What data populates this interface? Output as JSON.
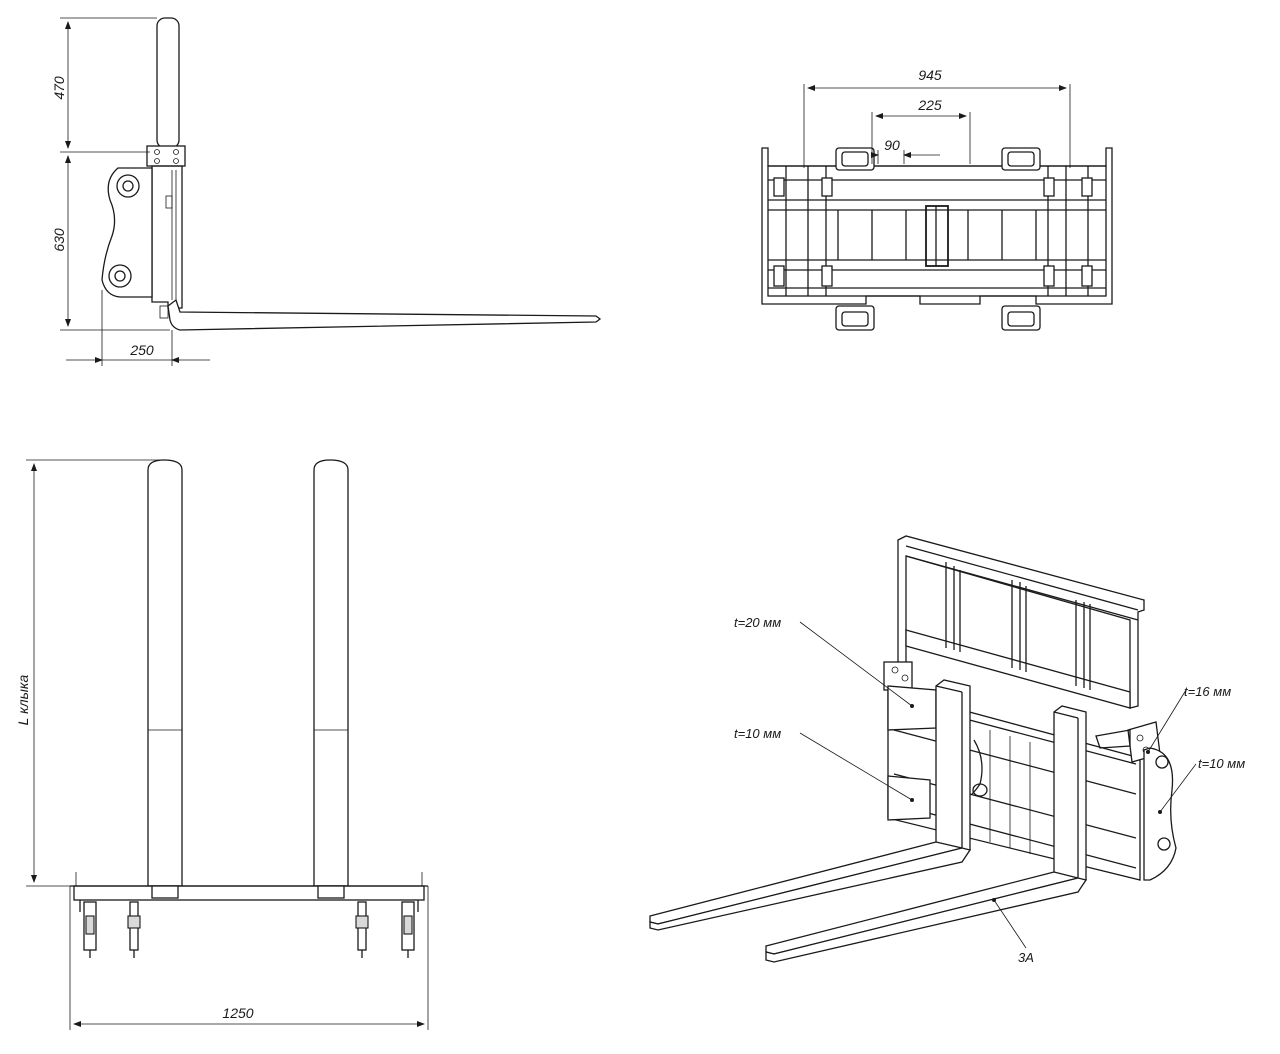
{
  "side_view": {
    "dim_upper": "470",
    "dim_lower": "630",
    "dim_width": "250"
  },
  "top_view": {
    "dim_overall": "945",
    "dim_middle": "225",
    "dim_small": "90"
  },
  "front_view": {
    "dim_length": "L клыка",
    "dim_width": "1250"
  },
  "iso_view": {
    "label_t20": "t=20 мм",
    "label_t10_left": "t=10 мм",
    "label_t16": "t=16 мм",
    "label_t10_right": "t=10 мм",
    "label_3a": "3А"
  }
}
